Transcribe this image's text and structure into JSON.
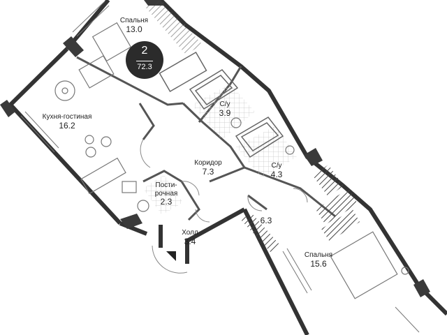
{
  "apartment": {
    "rooms": "2",
    "total_area": "72.3"
  },
  "rooms": [
    {
      "id": "bedroom1",
      "name": "Спальня",
      "area": "13.0"
    },
    {
      "id": "kitchen",
      "name": "Кухня-гостиная",
      "area": "16.2"
    },
    {
      "id": "bath1",
      "name": "С/у",
      "area": "3.9"
    },
    {
      "id": "corridor",
      "name": "Коридор",
      "area": "7.3"
    },
    {
      "id": "bath2",
      "name": "С/у",
      "area": "4.3"
    },
    {
      "id": "laundry",
      "name_line1": "Пости-",
      "name_line2": "рочная",
      "area": "2.3"
    },
    {
      "id": "hall",
      "name": "Холл",
      "area": "3.4"
    },
    {
      "id": "balcony",
      "name": "",
      "area": "6.3"
    },
    {
      "id": "bedroom2",
      "name": "Спальня",
      "area": "15.6"
    }
  ]
}
